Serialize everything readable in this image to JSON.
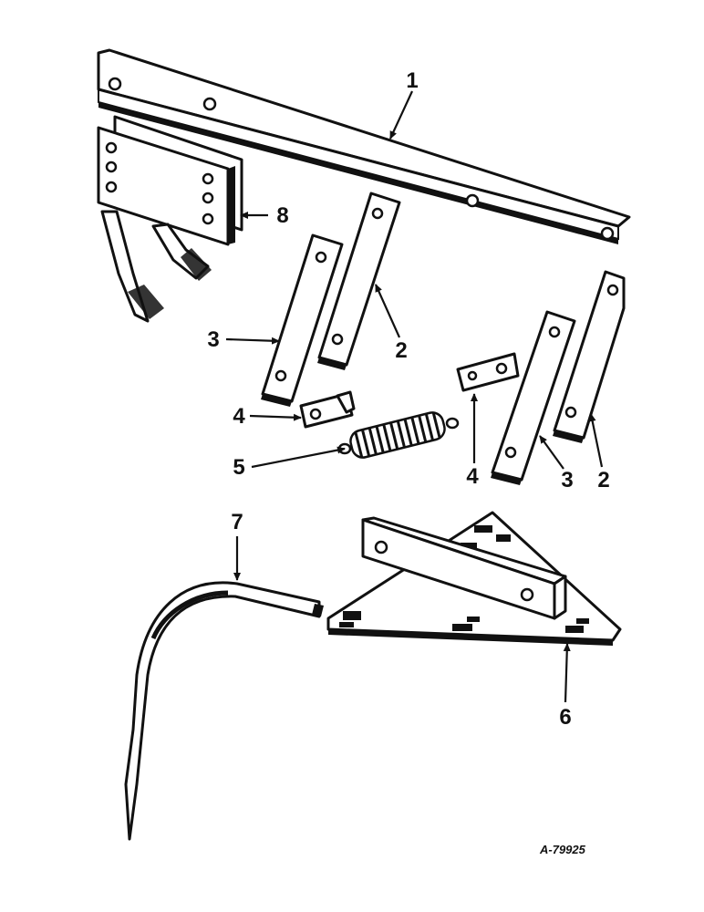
{
  "callouts": {
    "c1": "1",
    "c2a": "2",
    "c2b": "2",
    "c3a": "3",
    "c3b": "3",
    "c4a": "4",
    "c4b": "4",
    "c5": "5",
    "c6": "6",
    "c7": "7",
    "c8": "8"
  },
  "drawing_number": "A-79925"
}
